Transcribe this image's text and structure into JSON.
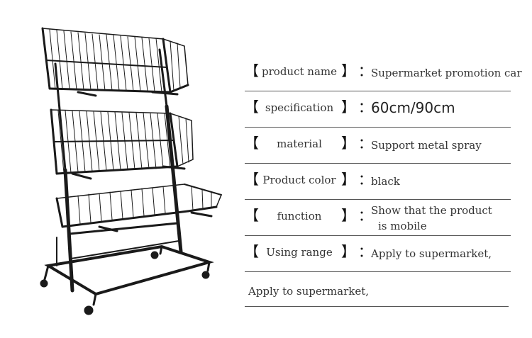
{
  "specs": [
    {
      "key": "product name",
      "value": "Supermarket promotion car"
    },
    {
      "key": "specification",
      "value": "60cm/90cm"
    },
    {
      "key": "material",
      "value": "Support metal spray"
    },
    {
      "key": "Product color",
      "value": "black"
    },
    {
      "key": "function",
      "value_line1": "Show that the product",
      "value_line2": "is mobile"
    },
    {
      "key": "Using range",
      "value": "Apply to supermarket,"
    }
  ],
  "note": "Apply to supermarket,",
  "glyphs": {
    "open": "【",
    "close": "】",
    "colon": "："
  },
  "colors": {
    "rack": "#1a1a1a",
    "line": "#555555"
  }
}
